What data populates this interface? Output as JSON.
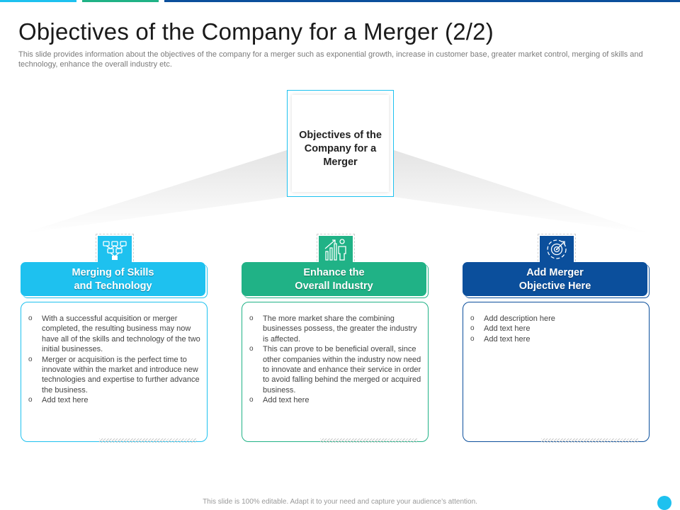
{
  "slide": {
    "title": "Objectives of the Company for a Merger (2/2)",
    "subtitle": "This slide provides information about the objectives of the company for a merger such as exponential growth, increase in customer base, greater market control, merging of skills and technology, enhance the overall industry etc.",
    "center_label": "Objectives of the Company for a Merger",
    "footer": "This slide is 100% editable. Adapt it to your need and capture your audience’s attention."
  },
  "colors": {
    "cyan": "#1ec1ef",
    "green": "#20b286",
    "navy": "#0b4f9c"
  },
  "columns": [
    {
      "icon": "network-nodes-icon",
      "heading_line1": "Merging of Skills",
      "heading_line2": "and Technology",
      "bullets": [
        "With a successful acquisition or merger completed, the resulting business may now have all of the skills and technology of the two initial businesses.",
        "Merger or acquisition is the perfect time to innovate within the market and introduce new technologies and expertise to further advance the business.",
        "Add text here"
      ]
    },
    {
      "icon": "growth-bars-person-icon",
      "heading_line1": "Enhance the",
      "heading_line2": "Overall Industry",
      "bullets": [
        "The more market share the combining businesses possess, the greater the industry is affected.",
        "This can prove to be beneficial overall, since other companies within the industry now need to innovate and enhance their service in order to avoid falling behind the merged or acquired business.",
        "Add text here"
      ]
    },
    {
      "icon": "target-cycle-icon",
      "heading_line1": "Add Merger",
      "heading_line2": "Objective Here",
      "bullets": [
        "Add description here",
        "Add text here",
        "Add text here"
      ]
    }
  ]
}
